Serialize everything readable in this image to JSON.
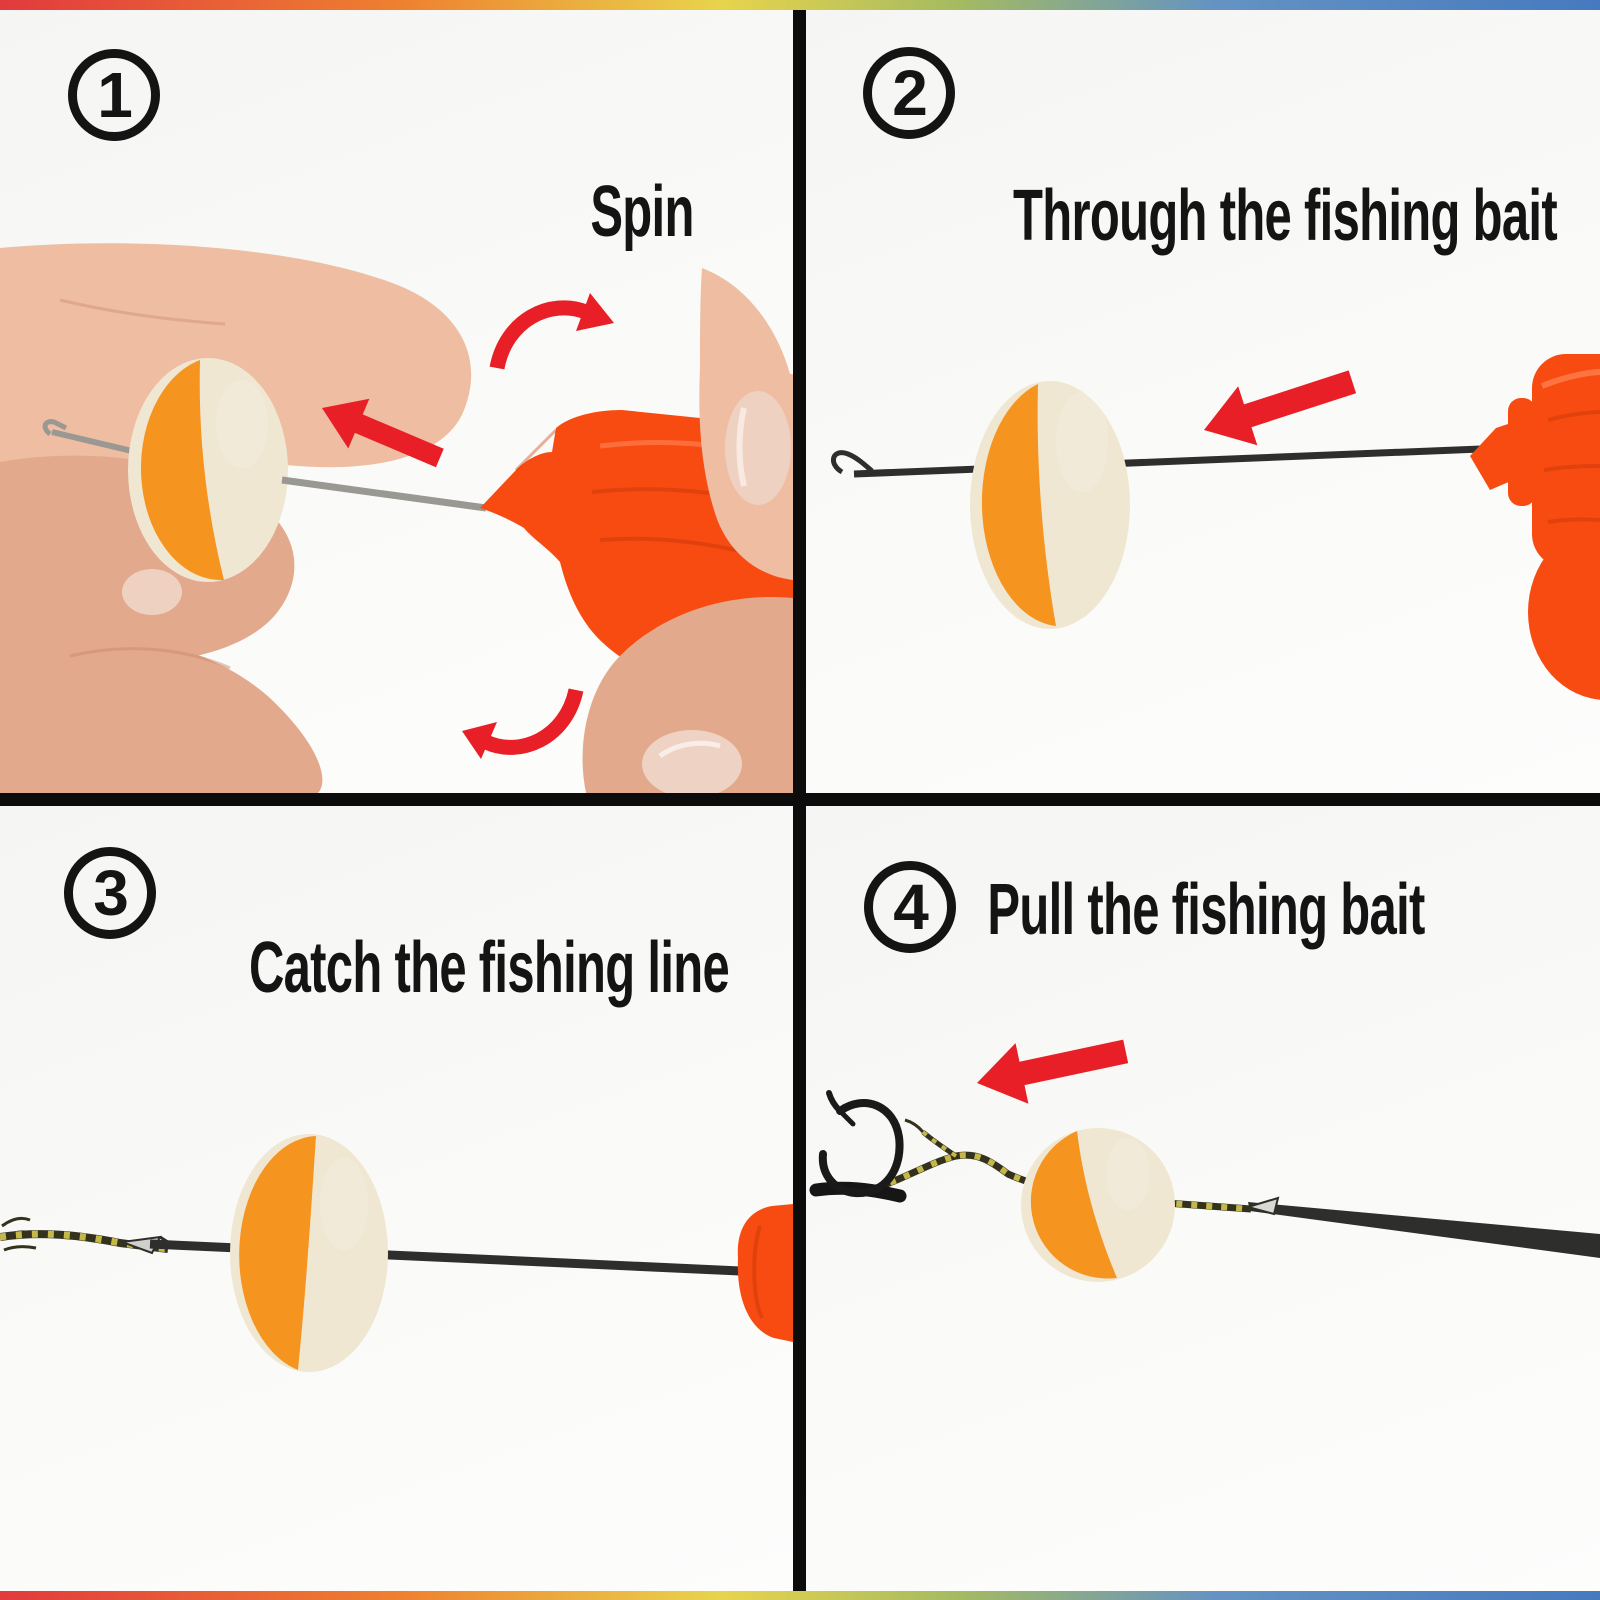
{
  "steps": [
    {
      "number": "1",
      "caption": "Spin"
    },
    {
      "number": "2",
      "caption": "Through the fishing bait"
    },
    {
      "number": "3",
      "caption": "Catch the fishing line"
    },
    {
      "number": "4",
      "caption": "Pull the fishing bait"
    }
  ],
  "colors": {
    "accent_red": "#e81f26",
    "tool_orange": "#f84b12",
    "tool_orange_dark": "#c93a07",
    "tool_orange_light": "#ff7e4e",
    "ball_orange": "#f5941f",
    "ball_cream": "#f0e7d2",
    "skin": "#e3a98c",
    "skin_light": "#eebda2",
    "skin_dark": "#c98a6d",
    "nail": "#eed3c4",
    "needle_dark": "#2e2e2c",
    "needle_silver": "#9a9892",
    "braid_dark": "#34311d",
    "braid_fleck": "#d4c84e",
    "hook_black": "#1a1a1a",
    "divider": "#0c0c0c",
    "text": "#141414",
    "rainbow": [
      "#e23a3e",
      "#ee8030",
      "#e8d44c",
      "#a4ba62",
      "#6493c3",
      "#4679bf"
    ]
  }
}
